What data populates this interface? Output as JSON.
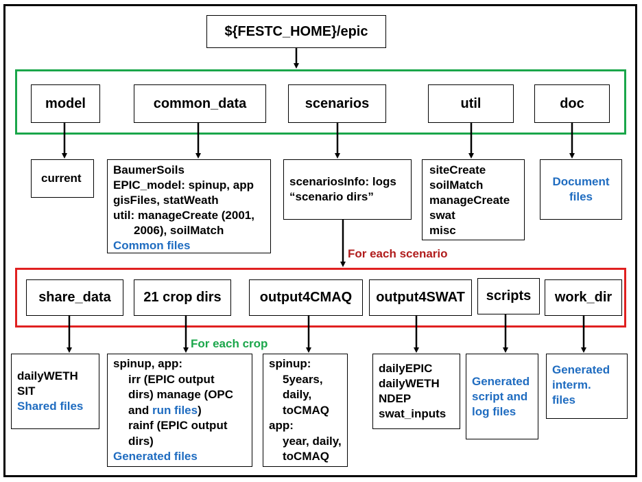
{
  "colors": {
    "green_group": "#1aa64a",
    "red_group": "#e02020",
    "blue_text": "#1f6cc0",
    "for_scenario_text": "#b01c1c",
    "for_crop_text": "#1aa64a"
  },
  "root": {
    "label": "${FESTC_HOME}/epic"
  },
  "level1": {
    "model": "model",
    "common_data": "common_data",
    "scenarios": "scenarios",
    "util": "util",
    "doc": "doc"
  },
  "level1_children": {
    "model": {
      "lines": [
        "current"
      ]
    },
    "common_data": {
      "lines": [
        "BaumerSoils",
        "EPIC_model: spinup, app",
        "gisFiles, statWeath",
        "util: manageCreate (2001,",
        "2006), soilMatch"
      ],
      "note": "Common files"
    },
    "scenarios": {
      "lines": [
        "scenariosInfo: logs",
        "“scenario dirs”"
      ]
    },
    "util": {
      "lines": [
        "siteCreate",
        "soilMatch",
        "manageCreate",
        "swat",
        "misc"
      ]
    },
    "doc": {
      "note": [
        "Document",
        "files"
      ]
    }
  },
  "for_each_scenario": "For each scenario",
  "for_each_crop": "For each crop",
  "level2": {
    "share_data": "share_data",
    "crop_dirs": "21 crop dirs",
    "output4cmaq": "output4CMAQ",
    "output4swat": "output4SWAT",
    "scripts": "scripts",
    "work_dir": "work_dir"
  },
  "level2_children": {
    "share_data": {
      "lines": [
        "dailyWETH",
        "SIT"
      ],
      "note": "Shared files"
    },
    "crop_dirs": {
      "line1": "spinup, app:",
      "line2": "irr (EPIC output",
      "line3": "dirs) manage (OPC",
      "line4a": "and ",
      "line4b": "run  files",
      "line4c": ")",
      "line5": "rainf (EPIC output",
      "line6": "dirs)",
      "note": "Generated files"
    },
    "output4cmaq": {
      "lines": [
        "spinup:",
        "5years,",
        "daily,",
        "toCMAQ",
        "app:",
        "year, daily,",
        "toCMAQ"
      ]
    },
    "output4swat": {
      "lines": [
        "dailyEPIC",
        "dailyWETH",
        "NDEP",
        "swat_inputs"
      ]
    },
    "scripts": {
      "note": [
        "Generated",
        "script and",
        "log files"
      ]
    },
    "work_dir": {
      "note": [
        "Generated",
        "interm.",
        "files"
      ]
    }
  }
}
